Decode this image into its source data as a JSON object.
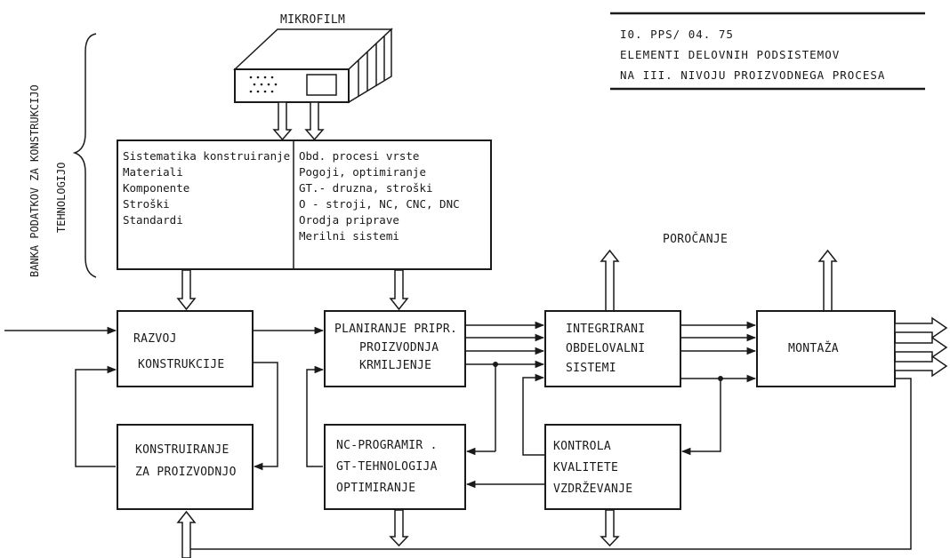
{
  "header": {
    "code": "I0. PPS/ 04. 75",
    "line1": "ELEMENTI DELOVNIH PODSISTEMOV",
    "line2": "NA III. NIVOJU PROIZVODNEGA PROCESA"
  },
  "side_label": {
    "line1": "BANKA PODATKOV ZA KONSTRUKCIJO",
    "line2": "TEHNOLOGIJO"
  },
  "microfilm": {
    "label": "MIKROFILM"
  },
  "database_left": [
    "Sistematika konstruiranje",
    "Materiali",
    "Komponente",
    "Stroški",
    "Standardi"
  ],
  "database_right": [
    "Obd. procesi vrste",
    "Pogoji, optimiranje",
    "GT.- druzna, stroški",
    "O - stroji, NC, CNC, DNC",
    "Orodja priprave",
    "Merilni sistemi"
  ],
  "porocanje": "POROČANJE",
  "boxes": {
    "razvoj": [
      "RAZVOJ",
      "KONSTRUKCIJE"
    ],
    "konstruiranje": [
      "KONSTRUIRANJE",
      "ZA PROIZVODNJO"
    ],
    "planiranje": [
      "PLANIRANJE PRIPR.",
      "PROIZVODNJA",
      "KRMILJENJE"
    ],
    "nc": [
      "NC-PROGRAMIR .",
      "GT-TEHNOLOGIJA",
      "OPTIMIRANJE"
    ],
    "integrirani": [
      "INTEGRIRANI",
      "OBDELOVALNI",
      "SISTEMI"
    ],
    "kontrola": [
      "KONTROLA",
      "KVALITETE",
      "VZDRŽEVANJE"
    ],
    "montaza": "MONTAŽA"
  }
}
